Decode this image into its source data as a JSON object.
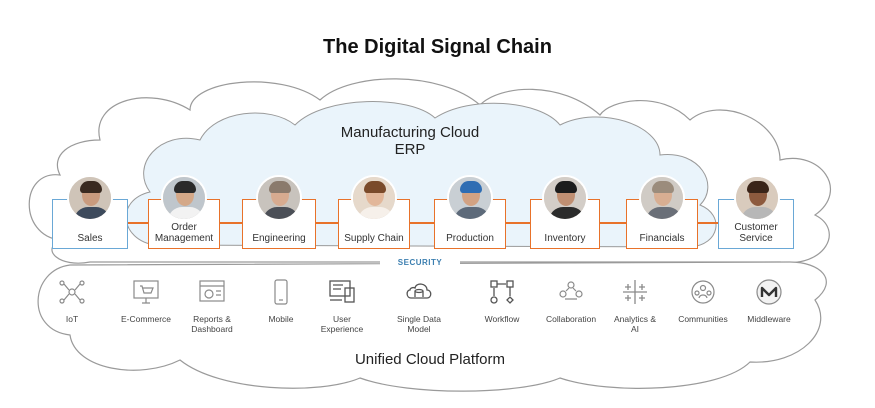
{
  "title": "The Digital Signal Chain",
  "manufacturing_cloud": {
    "line1": "Manufacturing Cloud",
    "line2": "ERP"
  },
  "chain": [
    {
      "label": "Sales"
    },
    {
      "label": "Order\nManagement"
    },
    {
      "label": "Engineering"
    },
    {
      "label": "Supply Chain"
    },
    {
      "label": "Production"
    },
    {
      "label": "Inventory"
    },
    {
      "label": "Financials"
    },
    {
      "label": "Customer Service"
    }
  ],
  "security_label": "SECURITY",
  "services": [
    {
      "label": "IoT",
      "icon": "iot-icon"
    },
    {
      "label": "E-Commerce",
      "icon": "ecommerce-icon"
    },
    {
      "label": "Reports &\nDashboard",
      "icon": "dashboard-icon"
    },
    {
      "label": "Mobile",
      "icon": "mobile-icon"
    },
    {
      "label": "User\nExperience",
      "icon": "user-experience-icon"
    },
    {
      "label": "Single Data\nModel",
      "icon": "database-icon"
    },
    {
      "label": "Workflow",
      "icon": "workflow-icon"
    },
    {
      "label": "Collaboration",
      "icon": "collaboration-icon"
    },
    {
      "label": "Analytics  &\nAI",
      "icon": "analytics-icon"
    },
    {
      "label": "Communities",
      "icon": "communities-icon"
    },
    {
      "label": "Middleware",
      "icon": "middleware-icon"
    }
  ],
  "platform_label": "Unified Cloud Platform",
  "colors": {
    "chain_border": "#e8722a",
    "edge_border": "#6aa8d6",
    "cloud_fill": "#eaf4fb",
    "cloud_stroke": "#9a9a9a"
  }
}
